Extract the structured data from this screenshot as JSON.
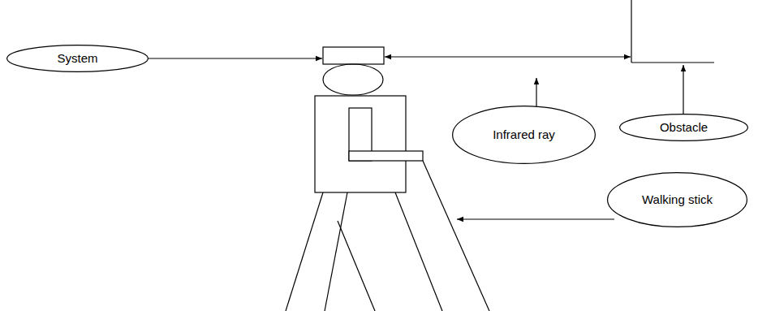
{
  "diagram": {
    "nodes": [
      {
        "text": [
          "System"
        ]
      },
      {
        "text": [
          "Infrared ray"
        ]
      },
      {
        "text": [
          "Obstacle"
        ]
      },
      {
        "text": [
          "Walking stick"
        ]
      }
    ]
  }
}
